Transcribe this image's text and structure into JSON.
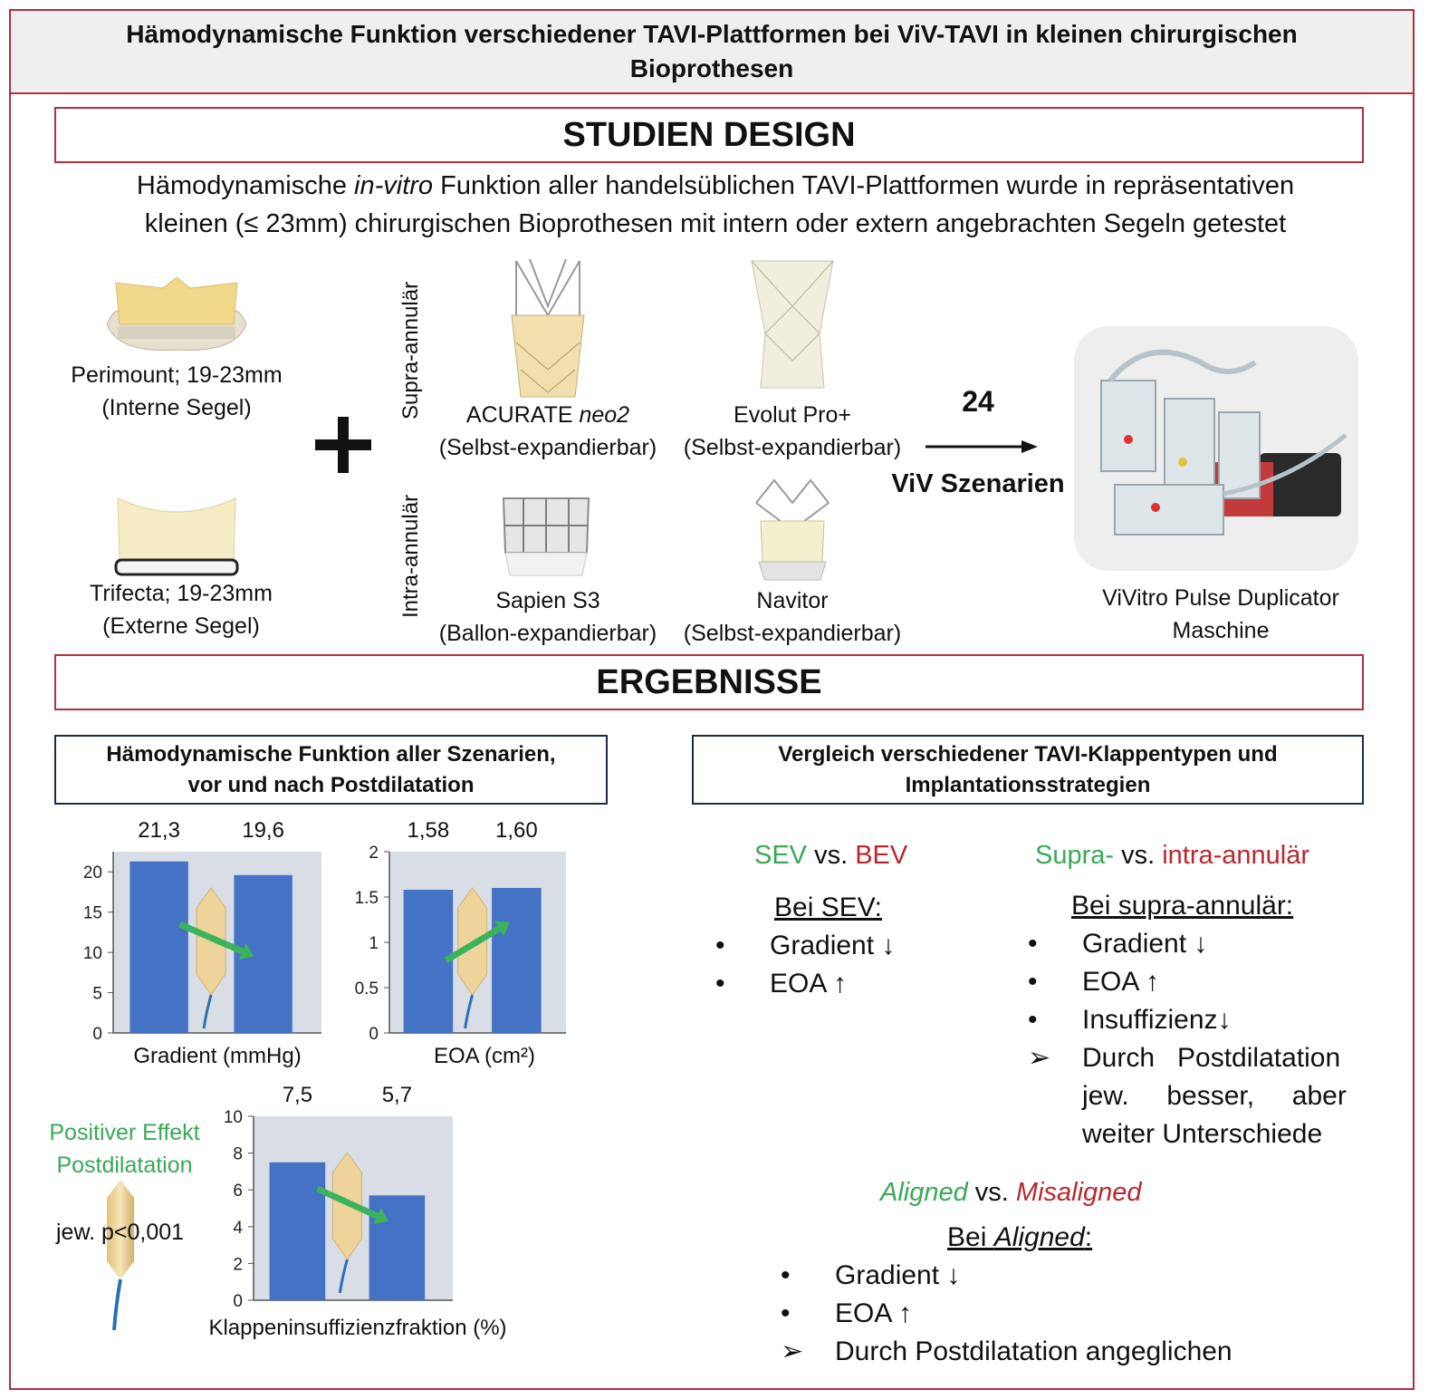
{
  "title": "Hämodynamische Funktion verschiedener TAVI-Plattformen bei ViV-TAVI in kleinen chirurgischen Bioprothesen",
  "design": {
    "heading": "STUDIEN DESIGN",
    "intro_line1_a": "Hämodynamische ",
    "intro_line1_em": "in-vitro",
    "intro_line1_b": " Funktion aller handelsüblichen TAVI-Plattformen wurde in repräsentativen",
    "intro_line2": "kleinen (≤ 23mm) chirurgischen Bioprothesen mit intern oder extern angebrachten Segeln getestet",
    "surgical": [
      {
        "name": "Perimount; 19-23mm",
        "sub": "(Interne Segel)"
      },
      {
        "name": "Trifecta; 19-23mm",
        "sub": "(Externe Segel)"
      }
    ],
    "plus": "+",
    "supra_label": "Supra-annulär",
    "intra_label": "Intra-annulär",
    "valves": {
      "acurate_a": "ACURATE ",
      "acurate_em": "neo2",
      "acurate_sub": "(Selbst-expandierbar)",
      "evolut": "Evolut Pro+",
      "evolut_sub": "(Selbst-expandierbar)",
      "sapien": "Sapien S3",
      "sapien_sub": "(Ballon-expandierbar)",
      "navitor": "Navitor",
      "navitor_sub": "(Selbst-expandierbar)"
    },
    "scenario_count": "24",
    "scenario_label": "ViV Szenarien",
    "machine_line1": "ViVitro Pulse Duplicator",
    "machine_line2": "Maschine"
  },
  "results": {
    "heading": "ERGEBNISSE",
    "left_box_line1": "Hämodynamische Funktion aller Szenarien,",
    "left_box_line2": "vor und nach Postdilatation",
    "right_box_line1": "Vergleich verschiedener TAVI-Klappentypen und",
    "right_box_line2": "Implantationsstrategien",
    "effect_line1": "Positiver Effekt",
    "effect_line2": "Postdilatation",
    "pvalue": "jew. p<0,001",
    "sev": "SEV",
    "vs": " vs. ",
    "bev": "BEV",
    "bei_sev": "Bei SEV:",
    "sev_items": [
      "Gradient ↓",
      "EOA ↑"
    ],
    "supra": "Supra-",
    "intra": "intra-annulär",
    "bei_supra": "Bei supra-annulär:",
    "supra_items": [
      "Gradient ↓",
      "EOA ↑",
      "Insuffizienz↓"
    ],
    "supra_note_1": "Durch   Postdilatation",
    "supra_note_2": "jew.     besser,     aber",
    "supra_note_3": "weiter Unterschiede",
    "aligned": "Aligned",
    "misaligned": "Misaligned",
    "bei_a": "Bei ",
    "bei_aligned": "Aligned",
    "colon": ":",
    "aligned_items": [
      "Gradient ↓",
      "EOA ↑"
    ],
    "aligned_note": "Durch Postdilatation angeglichen",
    "bullet": "•",
    "arrow_bullet": "➢"
  },
  "chart_data": [
    {
      "type": "bar",
      "xlabel": "Gradient (mmHg)",
      "values": [
        21.3,
        19.6
      ],
      "data_labels": [
        "21,3",
        "19,6"
      ],
      "ylim": [
        0,
        22.5
      ],
      "yticks": [
        0,
        5,
        10,
        15,
        20
      ],
      "ytick_labels": [
        "0",
        "5",
        "10",
        "15",
        "20"
      ],
      "bar_color": "#4472c4",
      "bg": "#d9dde6"
    },
    {
      "type": "bar",
      "xlabel": "EOA (cm²)",
      "values": [
        1.58,
        1.6
      ],
      "data_labels": [
        "1,58",
        "1,60"
      ],
      "ylim": [
        0,
        2
      ],
      "yticks": [
        0,
        0.5,
        1,
        1.5,
        2
      ],
      "ytick_labels": [
        "0",
        "0.5",
        "1",
        "1.5",
        "2"
      ],
      "bar_color": "#4472c4",
      "bg": "#d9dde6"
    },
    {
      "type": "bar",
      "xlabel": "Klappeninsuffizienzfraktion (%)",
      "values": [
        7.5,
        5.7
      ],
      "data_labels": [
        "7,5",
        "5,7"
      ],
      "ylim": [
        0,
        10
      ],
      "yticks": [
        0,
        2,
        4,
        6,
        8,
        10
      ],
      "ytick_labels": [
        "0",
        "2",
        "4",
        "6",
        "8",
        "10"
      ],
      "bar_color": "#4472c4",
      "bg": "#d9dde6"
    }
  ]
}
